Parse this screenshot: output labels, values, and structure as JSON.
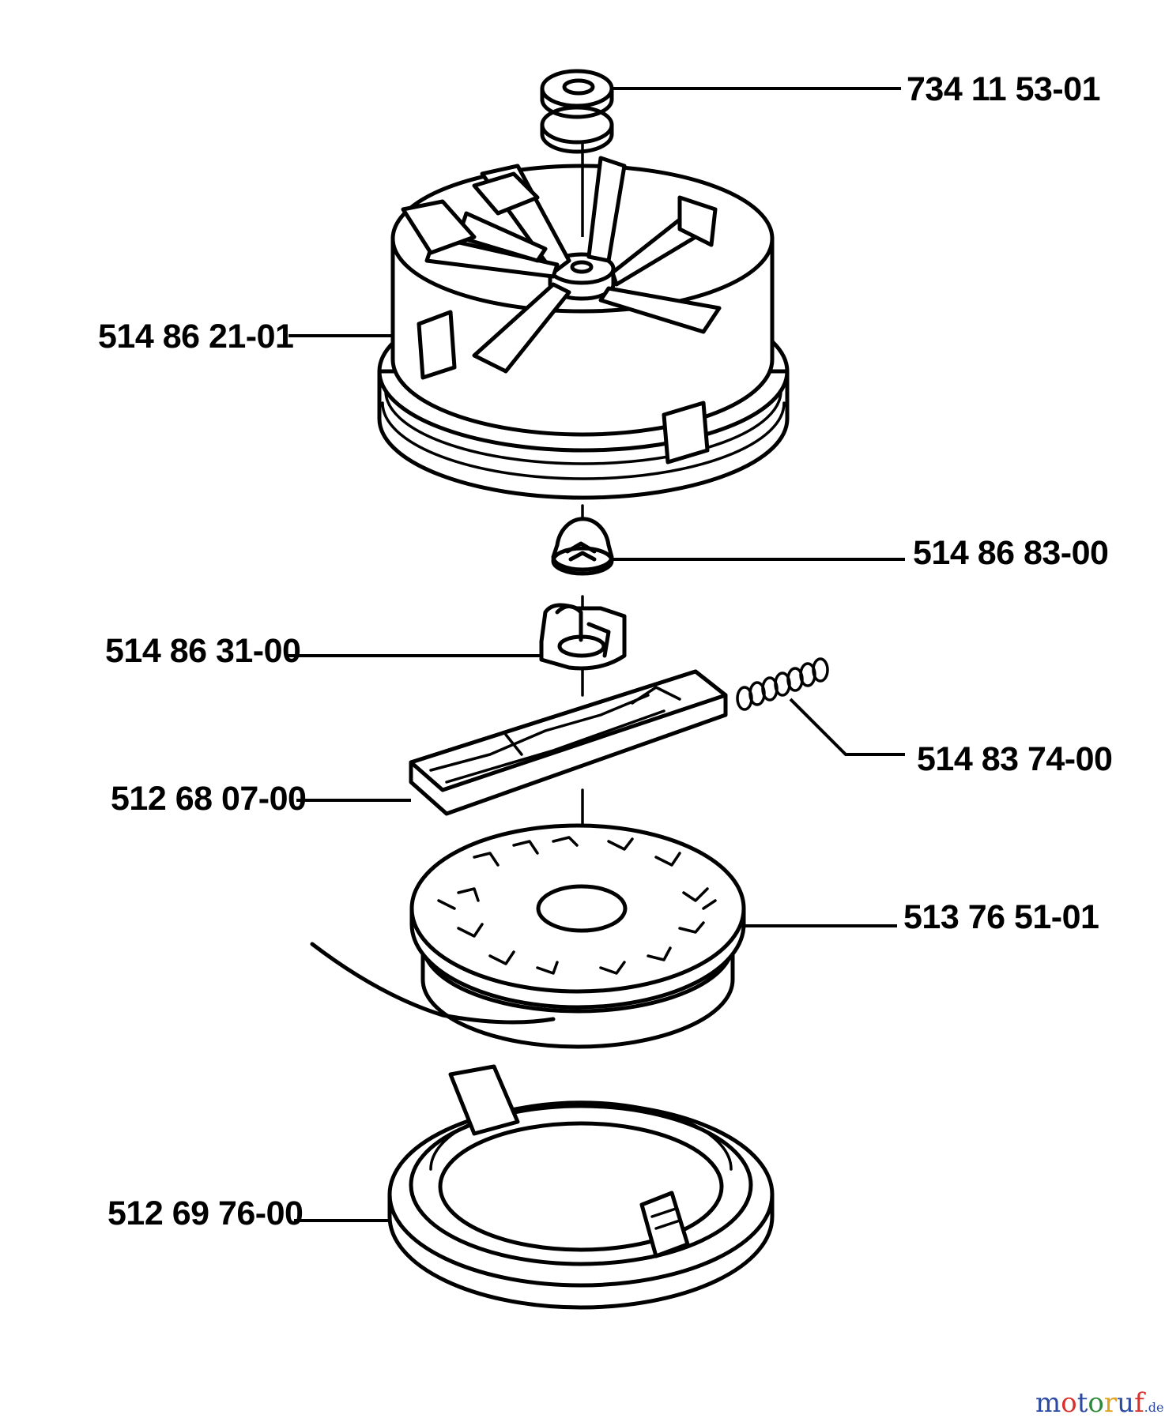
{
  "parts": [
    {
      "id": "nut",
      "number": "734 11 53-01"
    },
    {
      "id": "fan-housing",
      "number": "514 86 21-01"
    },
    {
      "id": "washer",
      "number": "514 86 83-00"
    },
    {
      "id": "clip",
      "number": "514 86 31-00"
    },
    {
      "id": "spring",
      "number": "514 83 74-00"
    },
    {
      "id": "slide-plate",
      "number": "512 68 07-00"
    },
    {
      "id": "spool",
      "number": "513 76 51-01"
    },
    {
      "id": "cover",
      "number": "512 69 76-00"
    }
  ],
  "watermark": {
    "letters": [
      "m",
      "o",
      "t",
      "o",
      "r",
      "u",
      "f"
    ],
    "suffix": ".de",
    "colors": [
      "#2b4aa0",
      "#d9302c",
      "#2b4aa0",
      "#2e8a3b",
      "#e0a21a",
      "#2b4aa0",
      "#d9302c"
    ]
  }
}
